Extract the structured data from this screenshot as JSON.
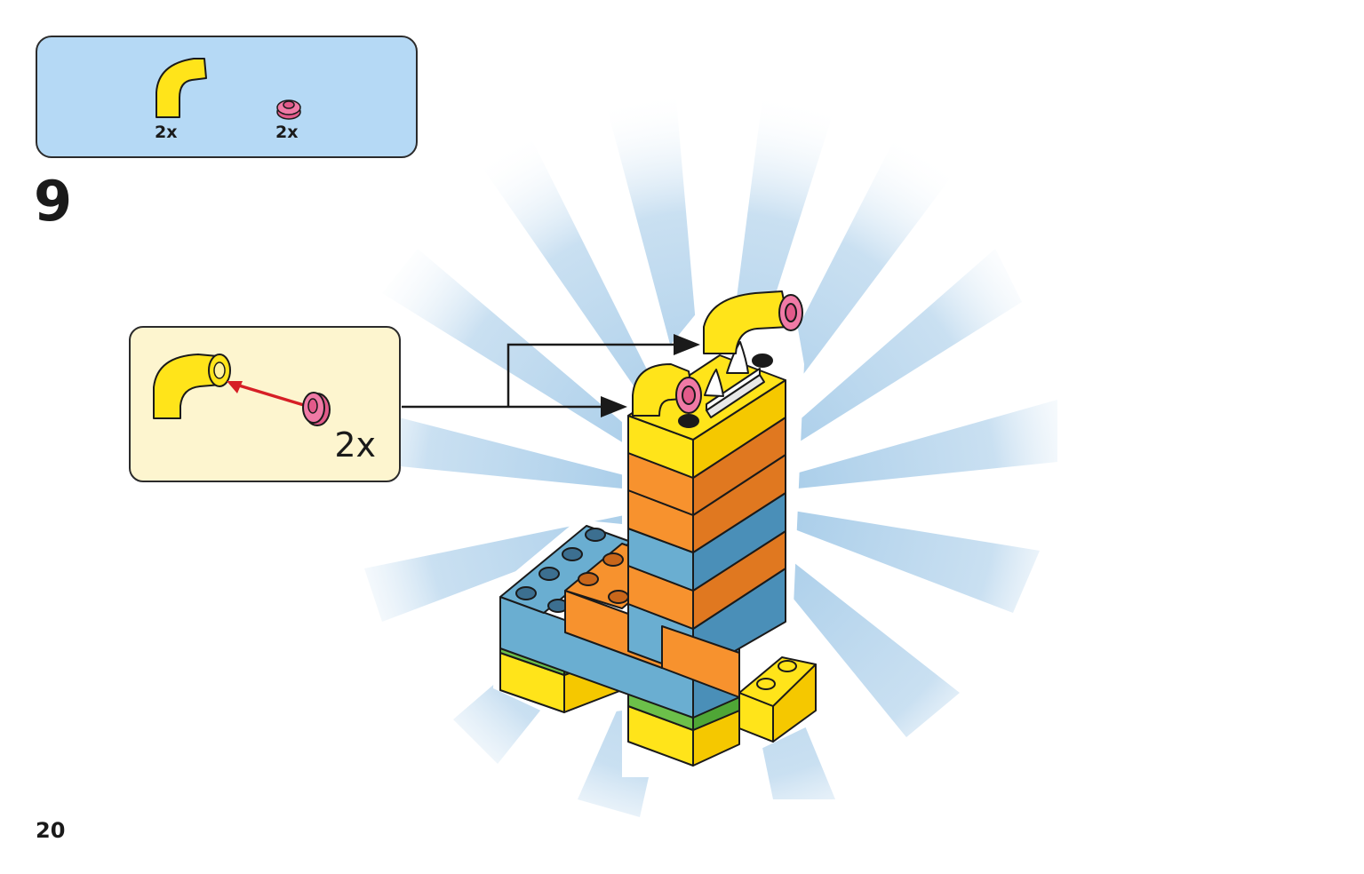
{
  "parts_list": {
    "items": [
      {
        "part": "curved-tube-yellow-icon",
        "qty": "2x",
        "color": "#ffe41a"
      },
      {
        "part": "round-plate-pink-icon",
        "qty": "2x",
        "color": "#f07aa6"
      }
    ]
  },
  "step": {
    "number": "9"
  },
  "callout": {
    "qty": "2x"
  },
  "page": {
    "number": "20"
  },
  "colors": {
    "parts_box_bg": "#b5d9f5",
    "callout_bg": "#fdf5cf",
    "yellow": "#ffe41a",
    "orange": "#f7922e",
    "blue": "#6aaed1",
    "green": "#6cc04a",
    "pink": "#f07aa6",
    "arrow_red": "#d61f26"
  }
}
